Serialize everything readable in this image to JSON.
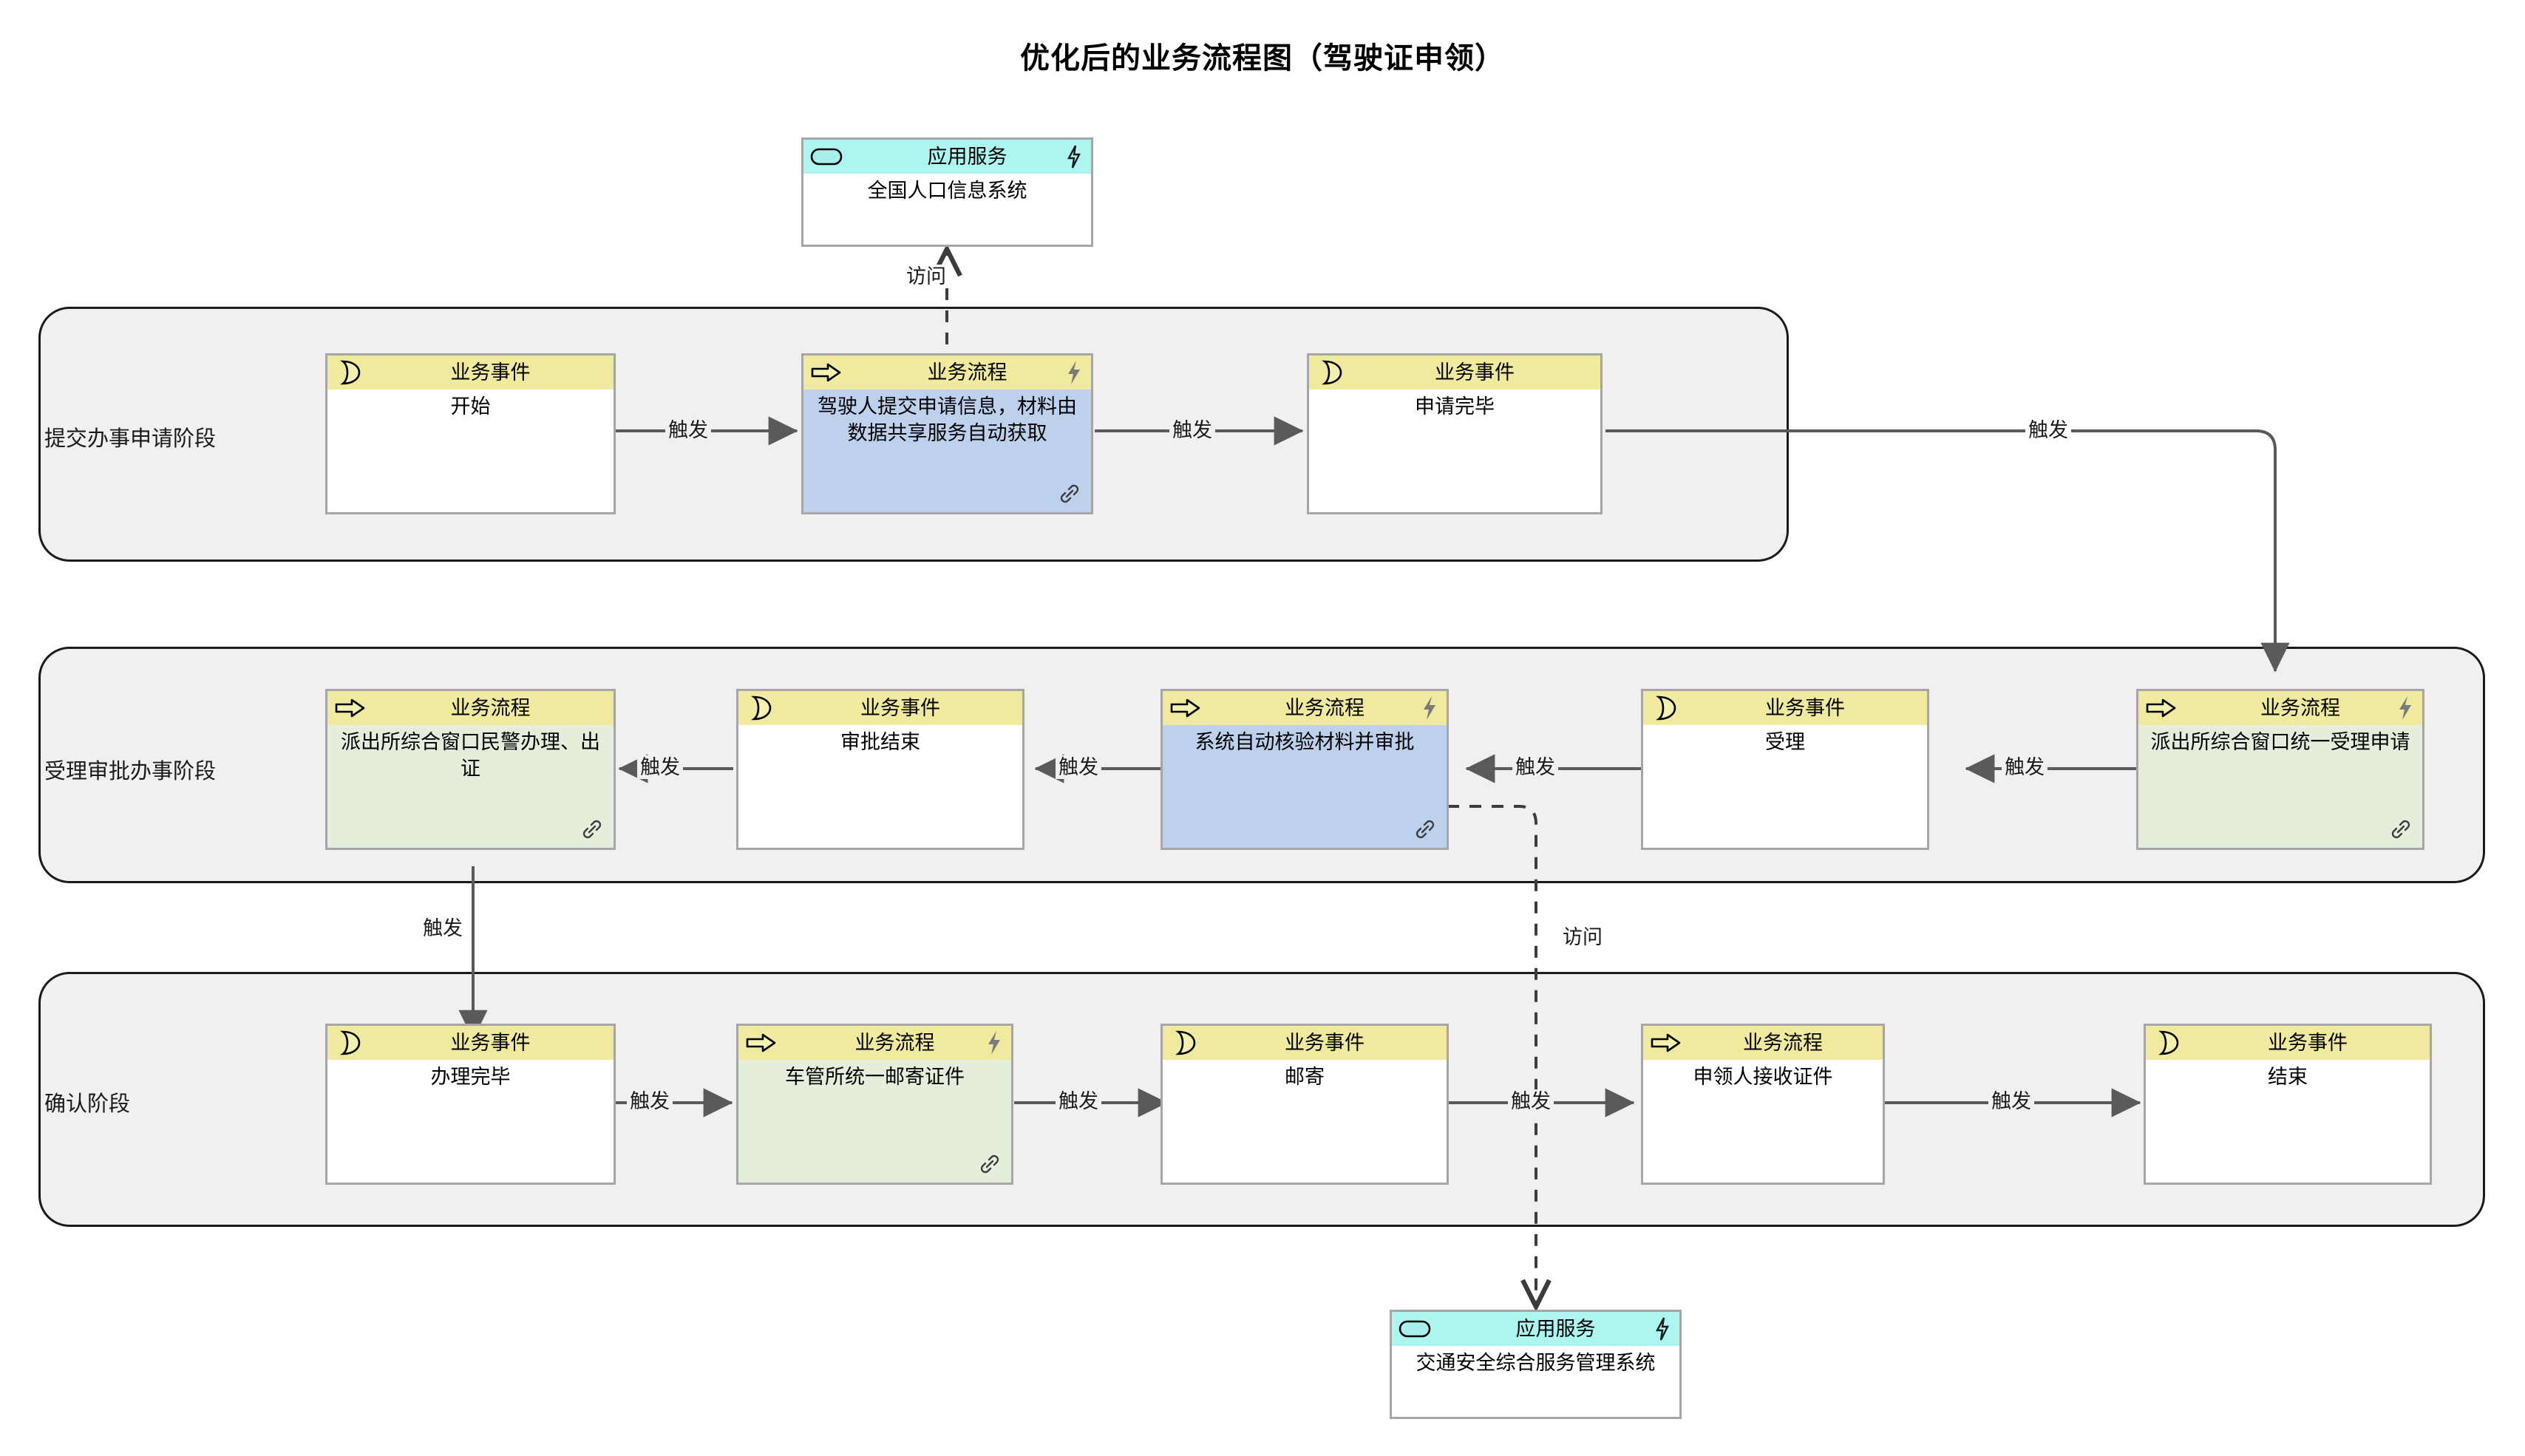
{
  "title": "优化后的业务流程图（驾驶证申领）",
  "element_types": {
    "business_event": "业务事件",
    "business_process": "业务流程",
    "application_service": "应用服务"
  },
  "icons": {
    "event": "event-icon",
    "process": "arrow-right-icon",
    "service": "rounded-rect-icon",
    "bolt": "lightning-bolt-icon",
    "link": "link-chain-icon"
  },
  "lanes": [
    {
      "id": "lane-submit",
      "label": "提交办事申请阶段"
    },
    {
      "id": "lane-approve",
      "label": "受理审批办事阶段"
    },
    {
      "id": "lane-confirm",
      "label": "确认阶段"
    }
  ],
  "services": [
    {
      "id": "svc-population",
      "type": "应用服务",
      "name": "全国人口信息系统"
    },
    {
      "id": "svc-traffic",
      "type": "应用服务",
      "name": "交通安全综合服务管理系统"
    }
  ],
  "nodes": {
    "n_start": {
      "type": "业务事件",
      "name": "开始"
    },
    "n_submit": {
      "type": "业务流程",
      "name": "驾驶人提交申请信息，材料由数据共享服务自动获取"
    },
    "n_applied": {
      "type": "业务事件",
      "name": "申请完毕"
    },
    "n_accept_proc": {
      "type": "业务流程",
      "name": "派出所综合窗口统一受理申请"
    },
    "n_accept_evt": {
      "type": "业务事件",
      "name": "受理"
    },
    "n_auto_check": {
      "type": "业务流程",
      "name": "系统自动核验材料并审批"
    },
    "n_approve_end": {
      "type": "业务事件",
      "name": "审批结束"
    },
    "n_police_handle": {
      "type": "业务流程",
      "name": "派出所综合窗口民警办理、出证"
    },
    "n_handled": {
      "type": "业务事件",
      "name": "办理完毕"
    },
    "n_mail_proc": {
      "type": "业务流程",
      "name": "车管所统一邮寄证件"
    },
    "n_mail_evt": {
      "type": "业务事件",
      "name": "邮寄"
    },
    "n_receive": {
      "type": "业务流程",
      "name": "申领人接收证件"
    },
    "n_end": {
      "type": "业务事件",
      "name": "结束"
    }
  },
  "edge_labels": {
    "trigger": "触发",
    "access": "访问"
  },
  "edges": [
    {
      "from": "n_start",
      "to": "n_submit",
      "label": "触发",
      "style": "solid"
    },
    {
      "from": "n_submit",
      "to": "n_applied",
      "label": "触发",
      "style": "solid"
    },
    {
      "from": "n_submit",
      "to": "svc-population",
      "label": "访问",
      "style": "dashed"
    },
    {
      "from": "n_applied",
      "to": "n_accept_proc",
      "label": "触发",
      "style": "solid"
    },
    {
      "from": "n_accept_proc",
      "to": "n_accept_evt",
      "label": "触发",
      "style": "solid"
    },
    {
      "from": "n_accept_evt",
      "to": "n_auto_check",
      "label": "触发",
      "style": "solid"
    },
    {
      "from": "n_auto_check",
      "to": "n_approve_end",
      "label": "触发",
      "style": "solid"
    },
    {
      "from": "n_auto_check",
      "to": "svc-traffic",
      "label": "访问",
      "style": "dashed"
    },
    {
      "from": "n_approve_end",
      "to": "n_police_handle",
      "label": "触发",
      "style": "solid"
    },
    {
      "from": "n_police_handle",
      "to": "n_handled",
      "label": "触发",
      "style": "solid"
    },
    {
      "from": "n_handled",
      "to": "n_mail_proc",
      "label": "触发",
      "style": "solid"
    },
    {
      "from": "n_mail_proc",
      "to": "n_mail_evt",
      "label": "触发",
      "style": "solid"
    },
    {
      "from": "n_mail_evt",
      "to": "n_receive",
      "label": "触发",
      "style": "solid"
    },
    {
      "from": "n_receive",
      "to": "n_end",
      "label": "触发",
      "style": "solid"
    }
  ],
  "colors": {
    "header_yellow": "#f0ea9e",
    "header_cyan": "#adf5f0",
    "body_blue": "#bdd0ec",
    "body_green": "#e5eeda",
    "lane_fill": "#f0f0f0",
    "lane_border": "#1a1a1a",
    "node_border": "#a6a6a6",
    "connector": "#5a5a5a"
  }
}
